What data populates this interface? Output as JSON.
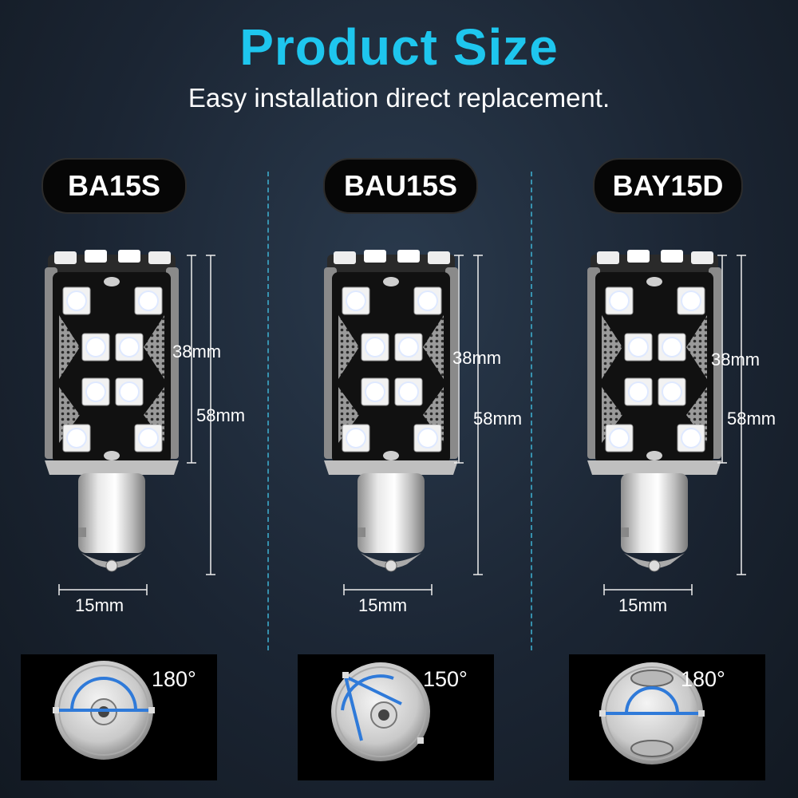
{
  "header": {
    "title": "Product Size",
    "subtitle": "Easy installation direct replacement."
  },
  "colors": {
    "accent": "#1ec6ee",
    "divider": "#3fb4d6",
    "angle_arc": "#2f7ad9"
  },
  "products": [
    {
      "name": "BA15S",
      "height_led": "38mm",
      "height_total": "58mm",
      "diameter": "15mm",
      "beam_angle": "180°",
      "beam_angle_deg": 180
    },
    {
      "name": "BAU15S",
      "height_led": "38mm",
      "height_total": "58mm",
      "diameter": "15mm",
      "beam_angle": "150°",
      "beam_angle_deg": 150
    },
    {
      "name": "BAY15D",
      "height_led": "38mm",
      "height_total": "58mm",
      "diameter": "15mm",
      "beam_angle": "180°",
      "beam_angle_deg": 180
    }
  ]
}
